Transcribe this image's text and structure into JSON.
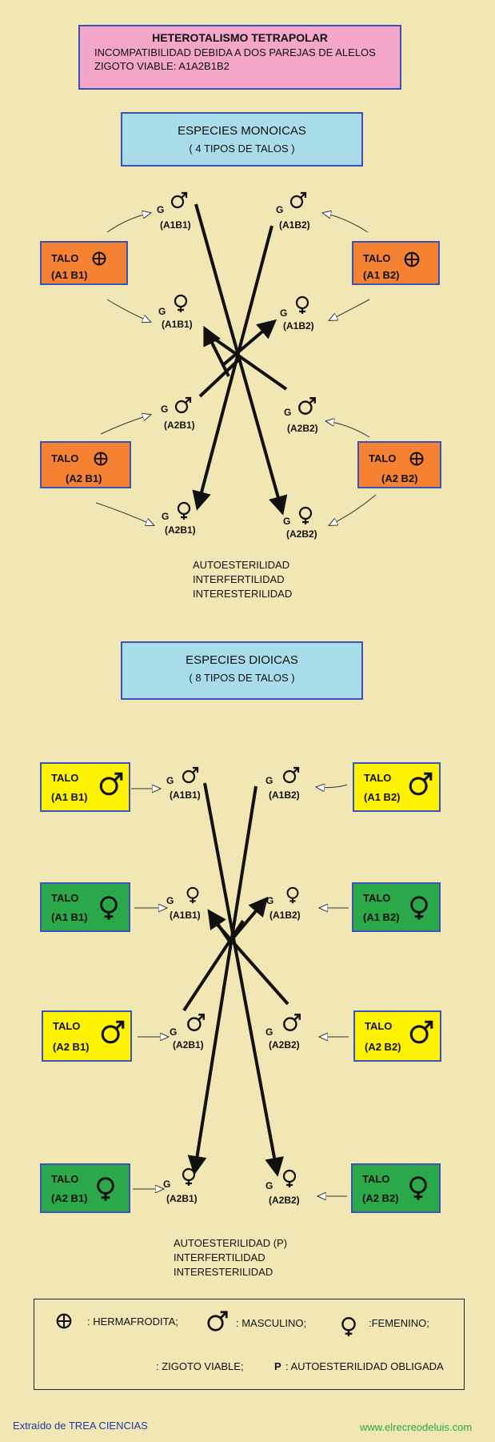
{
  "header": {
    "title": "HETEROTALISMO TETRAPOLAR",
    "line1": "INCOMPATIBILIDAD DEBIDA A DOS PAREJAS DE ALELOS",
    "line2": "ZIGOTO VIABLE: A1A2B1B2"
  },
  "monoicas": {
    "title": "ESPECIES MONOICAS",
    "subtitle": "( 4 TIPOS DE TALOS )",
    "talos": [
      {
        "label": "TALO",
        "code": "(A1 B1)",
        "icon": "hermaphrodite-icon"
      },
      {
        "label": "TALO",
        "code": "(A1 B2)",
        "icon": "hermaphrodite-icon"
      },
      {
        "label": "TALO",
        "code": "(A2 B1)",
        "icon": "hermaphrodite-icon"
      },
      {
        "label": "TALO",
        "code": "(A2 B2)",
        "icon": "hermaphrodite-icon"
      }
    ],
    "gametes": [
      {
        "g": "G",
        "code": "(A1B1)",
        "icon": "male-icon"
      },
      {
        "g": "G",
        "code": "(A1B2)",
        "icon": "male-icon"
      },
      {
        "g": "G",
        "code": "(A1B1)",
        "icon": "female-icon"
      },
      {
        "g": "G",
        "code": "(A1B2)",
        "icon": "female-icon"
      },
      {
        "g": "G",
        "code": "(A2B1)",
        "icon": "male-icon"
      },
      {
        "g": "G",
        "code": "(A2B2)",
        "icon": "male-icon"
      },
      {
        "g": "G",
        "code": "(A2B1)",
        "icon": "female-icon"
      },
      {
        "g": "G",
        "code": "(A2B2)",
        "icon": "female-icon"
      }
    ],
    "notes": [
      "AUTOESTERILIDAD",
      "INTERFERTILIDAD",
      "INTERESTERILIDAD"
    ]
  },
  "dioicas": {
    "title": "ESPECIES DIOICAS",
    "subtitle": "( 8 TIPOS DE TALOS )",
    "talos": [
      {
        "label": "TALO",
        "code": "(A1 B1)",
        "icon": "male-icon",
        "color": "#FFF200"
      },
      {
        "label": "TALO",
        "code": "(A1 B2)",
        "icon": "male-icon",
        "color": "#FFF200"
      },
      {
        "label": "TALO",
        "code": "(A1 B1)",
        "icon": "female-icon",
        "color": "#2BA84A"
      },
      {
        "label": "TALO",
        "code": "(A1 B2)",
        "icon": "female-icon",
        "color": "#2BA84A"
      },
      {
        "label": "TALO",
        "code": "(A2 B1)",
        "icon": "male-icon",
        "color": "#FFF200"
      },
      {
        "label": "TALO",
        "code": "(A2 B2)",
        "icon": "male-icon",
        "color": "#FFF200"
      },
      {
        "label": "TALO",
        "code": "(A2 B1)",
        "icon": "female-icon",
        "color": "#2BA84A"
      },
      {
        "label": "TALO",
        "code": "(A2 B2)",
        "icon": "female-icon",
        "color": "#2BA84A"
      }
    ],
    "gametes": [
      {
        "g": "G",
        "code": "(A1B1)",
        "icon": "male-icon"
      },
      {
        "g": "G",
        "code": "(A1B2)",
        "icon": "male-icon"
      },
      {
        "g": "G",
        "code": "(A1B1)",
        "icon": "female-icon"
      },
      {
        "g": "G",
        "code": "(A1B2)",
        "icon": "female-icon"
      },
      {
        "g": "G",
        "code": "(A2B1)",
        "icon": "male-icon"
      },
      {
        "g": "G",
        "code": "(A2B2)",
        "icon": "male-icon"
      },
      {
        "g": "G",
        "code": "(A2B1)",
        "icon": "female-icon"
      },
      {
        "g": "G",
        "code": "(A2B2)",
        "icon": "female-icon"
      }
    ],
    "notes": [
      "AUTOESTERILIDAD (P)",
      "INTERFERTILIDAD",
      "INTERESTERILIDAD"
    ]
  },
  "legend": {
    "hermafrodita": ": HERMAFRODITA;",
    "masculino": ": MASCULINO;",
    "femenino": ":FEMENINO;",
    "zigoto": ": ZIGOTO VIABLE;",
    "p_key": "P",
    "p_text": ": AUTOESTERILIDAD OBLIGADA"
  },
  "footer": {
    "source": "Extraído de TREA CIENCIAS",
    "site": "www.elrecreodeluis.com"
  },
  "colors": {
    "background": "#F1E7B5",
    "header": "#F4A6C8",
    "section": "#A9DCEA",
    "monoica_talo": "#F58232",
    "male_talo": "#FFF200",
    "female_talo": "#2BA84A",
    "border": "#3B53B7"
  }
}
